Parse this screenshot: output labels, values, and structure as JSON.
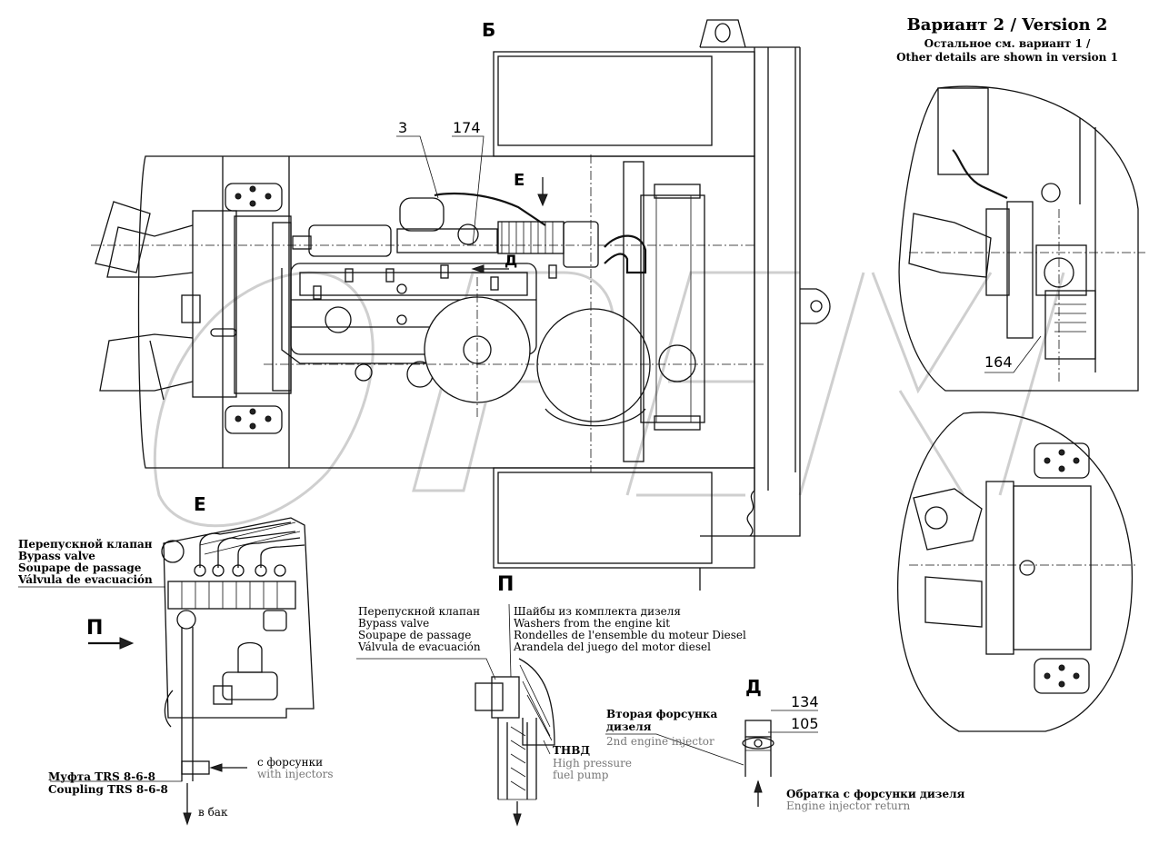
{
  "views": {
    "top_view": "Б",
    "view_e": "Е",
    "view_e_small": "Е",
    "view_p": "П",
    "view_p_arrow": "П",
    "view_d": "Д",
    "view_d_small": "Д"
  },
  "variant": {
    "title": "Вариант 2 / Version 2",
    "line1": "Остальное см. вариант 1 /",
    "line2": "Other details are shown in version 1"
  },
  "callouts": {
    "c3": "3",
    "c174": "174",
    "c164": "164",
    "c134": "134",
    "c105": "105"
  },
  "bypass_left": [
    "Перепускной клапан",
    "Bypass valve",
    "Soupape de passage",
    "Válvula de evacuación"
  ],
  "bypass_mid": [
    "Перепускной клапан",
    "Bypass valve",
    "Soupape de passage",
    "Válvula de evacuación"
  ],
  "washers": [
    "Шайбы из комплекта дизеля",
    "Washers from the engine kit",
    "Rondelles de l'ensemble du moteur Diesel",
    "Arandela del juego del motor diesel"
  ],
  "coupling": [
    "Муфта TRS 8-6-8",
    "Coupling TRS 8-6-8"
  ],
  "from_injectors": [
    "с форсунки",
    "with injectors"
  ],
  "to_tank": "в бак",
  "hp_pump": [
    "ТНВД",
    "High pressure",
    "fuel pump"
  ],
  "second_injector": [
    "Вторая форсунка",
    "дизеля",
    "2nd engine injector"
  ],
  "injector_return": [
    "Обратка с форсунки дизеля",
    "Engine injector return"
  ]
}
